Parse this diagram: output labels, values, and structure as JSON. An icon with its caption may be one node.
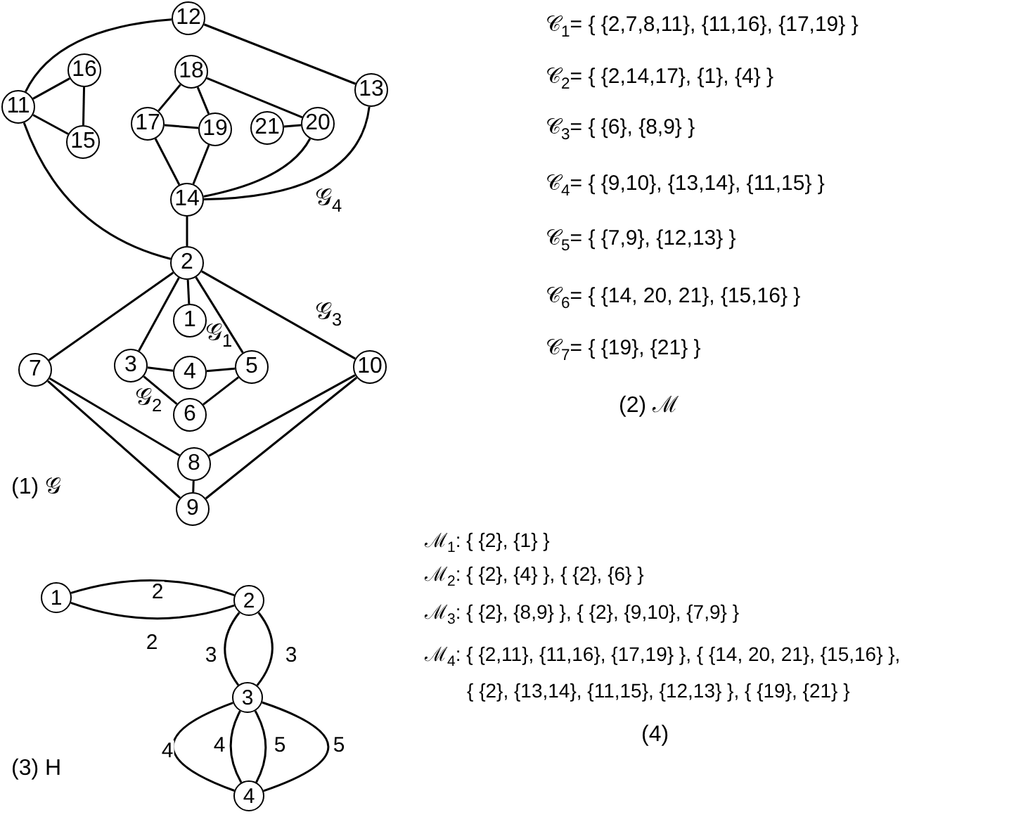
{
  "diagram": {
    "nodes": [
      {
        "text": [
          "1"
        ]
      },
      {
        "text": [
          "2"
        ]
      },
      {
        "text": [
          "3"
        ]
      },
      {
        "text": [
          "4"
        ]
      },
      {
        "text": [
          "5"
        ]
      },
      {
        "text": [
          "6"
        ]
      },
      {
        "text": [
          "7"
        ]
      },
      {
        "text": [
          "8"
        ]
      },
      {
        "text": [
          "9"
        ]
      },
      {
        "text": [
          "10"
        ]
      },
      {
        "text": [
          "11"
        ]
      },
      {
        "text": [
          "12"
        ]
      },
      {
        "text": [
          "13"
        ]
      },
      {
        "text": [
          "14"
        ]
      },
      {
        "text": [
          "15"
        ]
      },
      {
        "text": [
          "16"
        ]
      },
      {
        "text": [
          "17"
        ]
      },
      {
        "text": [
          "18"
        ]
      },
      {
        "text": [
          "19"
        ]
      },
      {
        "text": [
          "20"
        ]
      },
      {
        "text": [
          "21"
        ]
      },
      {
        "text": [
          "1"
        ]
      },
      {
        "text": [
          "2"
        ]
      },
      {
        "text": [
          "3"
        ]
      },
      {
        "text": [
          "4"
        ]
      }
    ],
    "edges": [
      {
        "from": 11,
        "to": 10,
        "arrow": "none"
      },
      {
        "from": 11,
        "to": 12,
        "arrow": "none"
      },
      {
        "from": 10,
        "to": 15,
        "arrow": "none"
      },
      {
        "from": 10,
        "to": 14,
        "arrow": "none"
      },
      {
        "from": 15,
        "to": 14,
        "arrow": "none"
      },
      {
        "from": 17,
        "to": 16,
        "arrow": "none"
      },
      {
        "from": 17,
        "to": 18,
        "arrow": "none"
      },
      {
        "from": 16,
        "to": 18,
        "arrow": "none"
      },
      {
        "from": 17,
        "to": 19,
        "arrow": "none"
      },
      {
        "from": 20,
        "to": 19,
        "arrow": "none"
      },
      {
        "from": 16,
        "to": 13,
        "arrow": "none"
      },
      {
        "from": 18,
        "to": 13,
        "arrow": "none"
      },
      {
        "from": 19,
        "to": 13,
        "arrow": "none"
      },
      {
        "from": 12,
        "to": 13,
        "arrow": "none"
      },
      {
        "from": 10,
        "to": 1,
        "arrow": "none"
      },
      {
        "from": 13,
        "to": 1,
        "arrow": "none"
      },
      {
        "from": 1,
        "to": 0,
        "arrow": "none"
      },
      {
        "from": 1,
        "to": 2,
        "arrow": "none"
      },
      {
        "from": 1,
        "to": 4,
        "arrow": "none"
      },
      {
        "from": 1,
        "to": 6,
        "arrow": "none"
      },
      {
        "from": 1,
        "to": 9,
        "arrow": "none"
      },
      {
        "from": 2,
        "to": 3,
        "arrow": "none"
      },
      {
        "from": 3,
        "to": 4,
        "arrow": "none"
      },
      {
        "from": 2,
        "to": 5,
        "arrow": "none"
      },
      {
        "from": 4,
        "to": 5,
        "arrow": "none"
      },
      {
        "from": 6,
        "to": 7,
        "arrow": "none"
      },
      {
        "from": 6,
        "to": 8,
        "arrow": "none"
      },
      {
        "from": 9,
        "to": 7,
        "arrow": "none"
      },
      {
        "from": 9,
        "to": 8,
        "arrow": "none"
      },
      {
        "from": 7,
        "to": 8,
        "arrow": "none"
      },
      {
        "from": 21,
        "to": 22,
        "arrow": "none",
        "label": "2"
      },
      {
        "from": 21,
        "to": 22,
        "arrow": "none",
        "label": "2"
      },
      {
        "from": 22,
        "to": 23,
        "arrow": "none",
        "label": "3"
      },
      {
        "from": 22,
        "to": 23,
        "arrow": "none",
        "label": "3"
      },
      {
        "from": 23,
        "to": 24,
        "arrow": "none",
        "label": "4"
      },
      {
        "from": 23,
        "to": 24,
        "arrow": "none",
        "label": "4"
      },
      {
        "from": 23,
        "to": 24,
        "arrow": "none",
        "label": "5"
      },
      {
        "from": 23,
        "to": 24,
        "arrow": "none",
        "label": "5"
      }
    ],
    "labels": [
      "𝒢$_{4}$",
      "𝒢$_{3}$",
      "𝒢$_{1}$",
      "𝒢$_{2}$",
      "(1) 𝒢",
      "𝒞$_{1}$= { {2,7,8,11}, {11,16}, {17,19} }",
      "𝒞$_{2}$= { {2,14,17}, {1}, {4} }",
      "𝒞$_{3}$= { {6}, {8,9} }",
      "𝒞$_{4}$= { {9,10}, {13,14}, {11,15} }",
      "𝒞$_{5}$= { {7,9}, {12,13} }",
      "𝒞$_{6}$= { {14, 20, 21}, {15,16} }",
      "𝒞$_{7}$= { {19}, {21} }",
      "(2) ℳ",
      "(3) H",
      "ℳ$_{1}$: { {2}, {1} }",
      "ℳ$_{2}$: { {2}, {4} }, { {2}, {6} }",
      "ℳ$_{3}$: { {2}, {8,9} }, { {2}, {9,10}, {7,9} }",
      "ℳ$_{4}$: { {2,11}, {11,16}, {17,19} }, { {14, 20, 21}, {15,16} },",
      "{ {2}, {13,14}, {11,15}, {12,13} }, { {19}, {21} }",
      "(4)"
    ]
  }
}
